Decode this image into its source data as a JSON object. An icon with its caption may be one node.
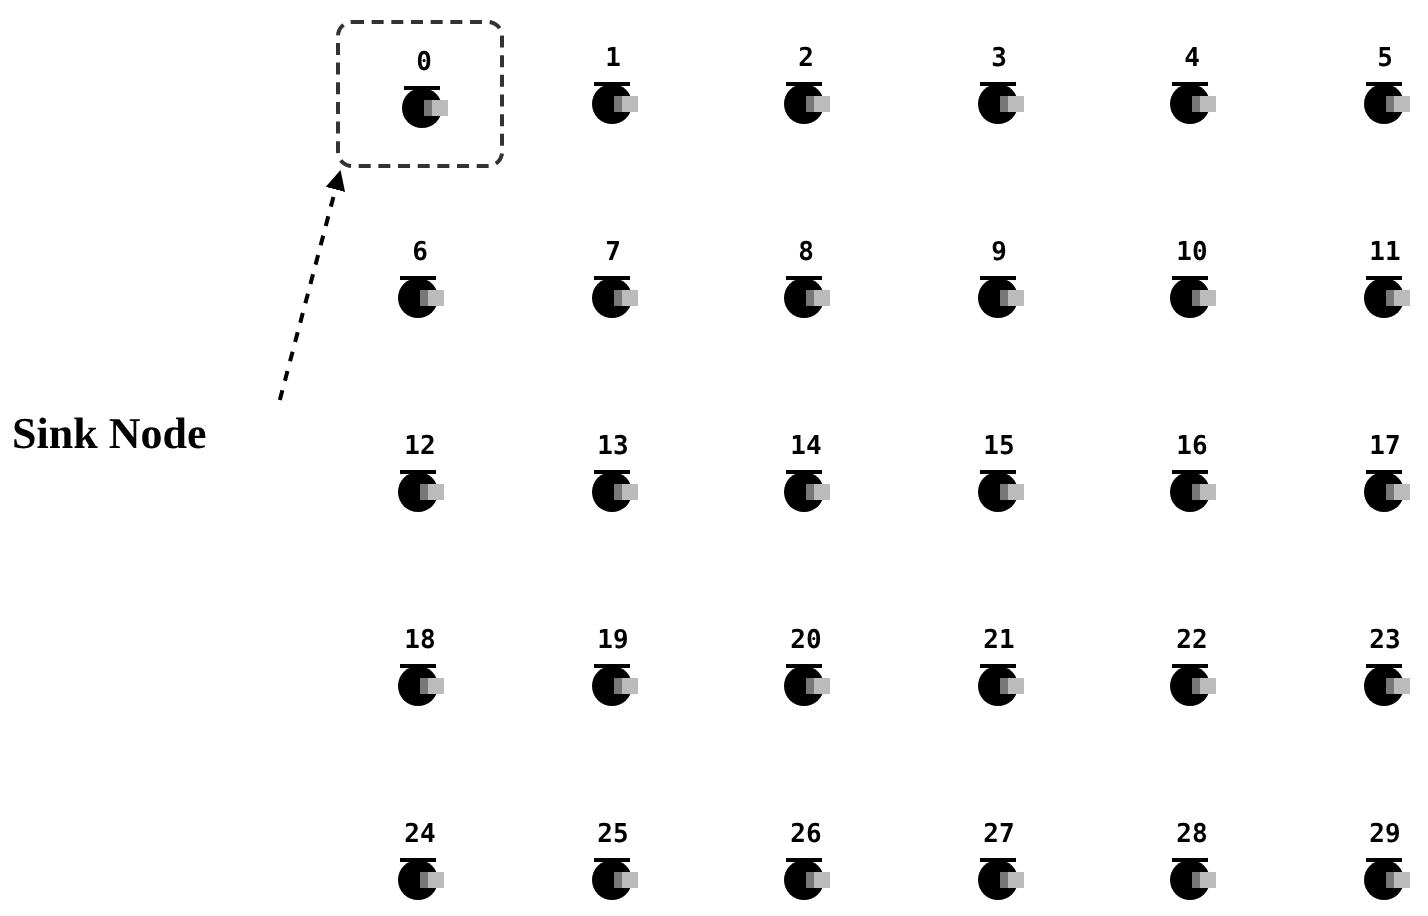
{
  "diagram": {
    "nodes": [
      {
        "text": [],
        "shape": "box"
      },
      {
        "text": [
          "0"
        ],
        "in": 0
      },
      {
        "text": [
          "1"
        ]
      },
      {
        "text": [
          "2"
        ]
      },
      {
        "text": [
          "3"
        ]
      },
      {
        "text": [
          "4"
        ]
      },
      {
        "text": [
          "5"
        ]
      },
      {
        "text": [
          "6"
        ]
      },
      {
        "text": [
          "7"
        ]
      },
      {
        "text": [
          "8"
        ]
      },
      {
        "text": [
          "9"
        ]
      },
      {
        "text": [
          "10"
        ]
      },
      {
        "text": [
          "11"
        ]
      },
      {
        "text": [
          "12"
        ]
      },
      {
        "text": [
          "13"
        ]
      },
      {
        "text": [
          "14"
        ]
      },
      {
        "text": [
          "15"
        ]
      },
      {
        "text": [
          "16"
        ]
      },
      {
        "text": [
          "17"
        ]
      },
      {
        "text": [
          "18"
        ]
      },
      {
        "text": [
          "19"
        ]
      },
      {
        "text": [
          "20"
        ]
      },
      {
        "text": [
          "21"
        ]
      },
      {
        "text": [
          "22"
        ]
      },
      {
        "text": [
          "23"
        ]
      },
      {
        "text": [
          "24"
        ]
      },
      {
        "text": [
          "25"
        ]
      },
      {
        "text": [
          "26"
        ]
      },
      {
        "text": [
          "27"
        ]
      },
      {
        "text": [
          "28"
        ]
      },
      {
        "text": [
          "29"
        ]
      },
      {
        "text": [
          "Sink Node"
        ]
      }
    ],
    "edges": [
      {
        "from": 31,
        "to": 0,
        "arrow": "to",
        "style": "dashed"
      }
    ]
  }
}
